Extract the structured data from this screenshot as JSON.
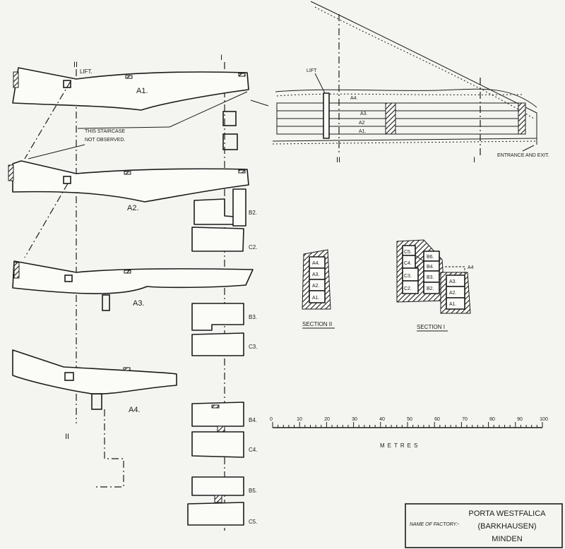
{
  "plan": {
    "axis_left": "II",
    "axis_right": "I",
    "lift": "LIFT.",
    "staircase_note_1": "THIS STAIRCASE",
    "staircase_note_2": "NOT OBSERVED.",
    "levels": [
      "A1.",
      "A2.",
      "A3.",
      "A4."
    ],
    "rooms": [
      "B2.",
      "C2.",
      "B3.",
      "C3.",
      "B4.",
      "C4.",
      "B5.",
      "C5."
    ]
  },
  "elevation": {
    "lift": "LIFT",
    "levels": [
      "A4.",
      "A3.",
      "A2",
      "A1."
    ],
    "axis_II": "II",
    "axis_I": "I",
    "entrance": "ENTRANCE AND EXIT."
  },
  "section_2": {
    "cells": [
      "A4.",
      "A3.",
      "A2.",
      "A1."
    ],
    "caption": "SECTION II"
  },
  "section_1": {
    "cells": [
      "C5.",
      "C4.",
      "C3.",
      "C2.",
      "B6.",
      "B4.",
      "B3.",
      "B2.",
      "A3.",
      "A2.",
      "A1."
    ],
    "pointer": "A4",
    "caption": "SECTION I"
  },
  "scale": {
    "ticks": [
      "0",
      "10",
      "20",
      "30",
      "40",
      "50",
      "60",
      "70",
      "80",
      "90",
      "100"
    ],
    "unit": "METRES"
  },
  "title_block": {
    "field_label": "NAME OF FACTORY:-",
    "line1": "PORTA WESTFALICA",
    "line2": "(BARKHAUSEN)",
    "line3": "MINDEN"
  }
}
